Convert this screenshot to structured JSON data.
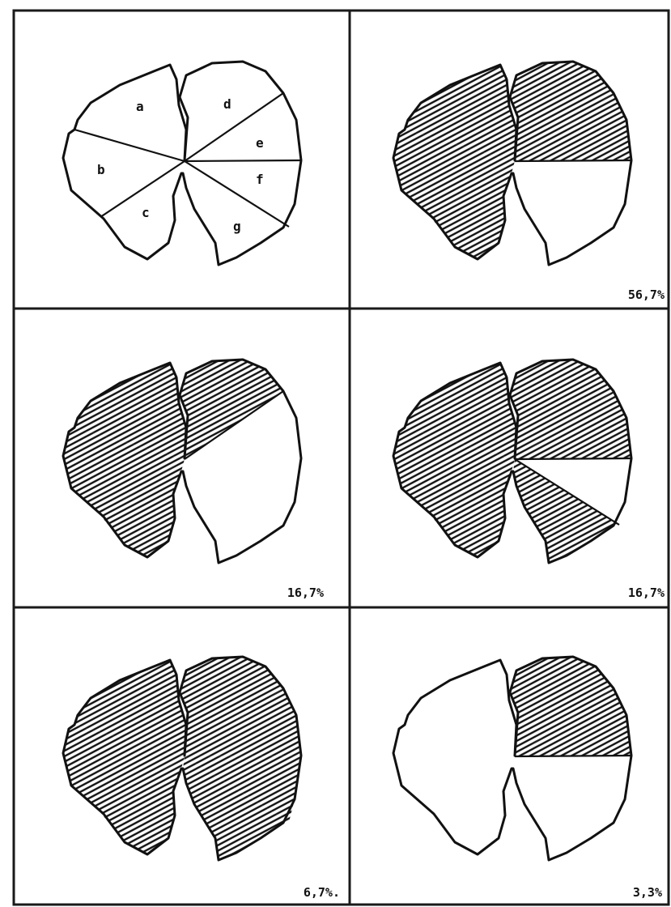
{
  "sectors": [
    {
      "id": "a",
      "letter": "a"
    },
    {
      "id": "b",
      "letter": "b"
    },
    {
      "id": "c",
      "letter": "c"
    },
    {
      "id": "d",
      "letter": "d"
    },
    {
      "id": "e",
      "letter": "e"
    },
    {
      "id": "f",
      "letter": "f"
    },
    {
      "id": "g",
      "letter": "g"
    }
  ],
  "panels": [
    {
      "id": "key",
      "shaded": [],
      "percentage": ""
    },
    {
      "id": "p1",
      "shaded": [
        "a",
        "b",
        "c",
        "d",
        "e"
      ],
      "percentage": "56,7%"
    },
    {
      "id": "p2",
      "shaded": [
        "a",
        "b",
        "c",
        "d"
      ],
      "percentage": "16,7%"
    },
    {
      "id": "p3",
      "shaded": [
        "a",
        "b",
        "c",
        "d",
        "e",
        "g"
      ],
      "percentage": "16,7%"
    },
    {
      "id": "p4",
      "shaded": [
        "a",
        "b",
        "c",
        "d",
        "e",
        "f",
        "g"
      ],
      "percentage": "6,7%."
    },
    {
      "id": "p5",
      "shaded": [
        "d",
        "e"
      ],
      "percentage": "3,3%"
    }
  ],
  "colors": {
    "ink": "#111111",
    "paper": "#ffffff"
  }
}
